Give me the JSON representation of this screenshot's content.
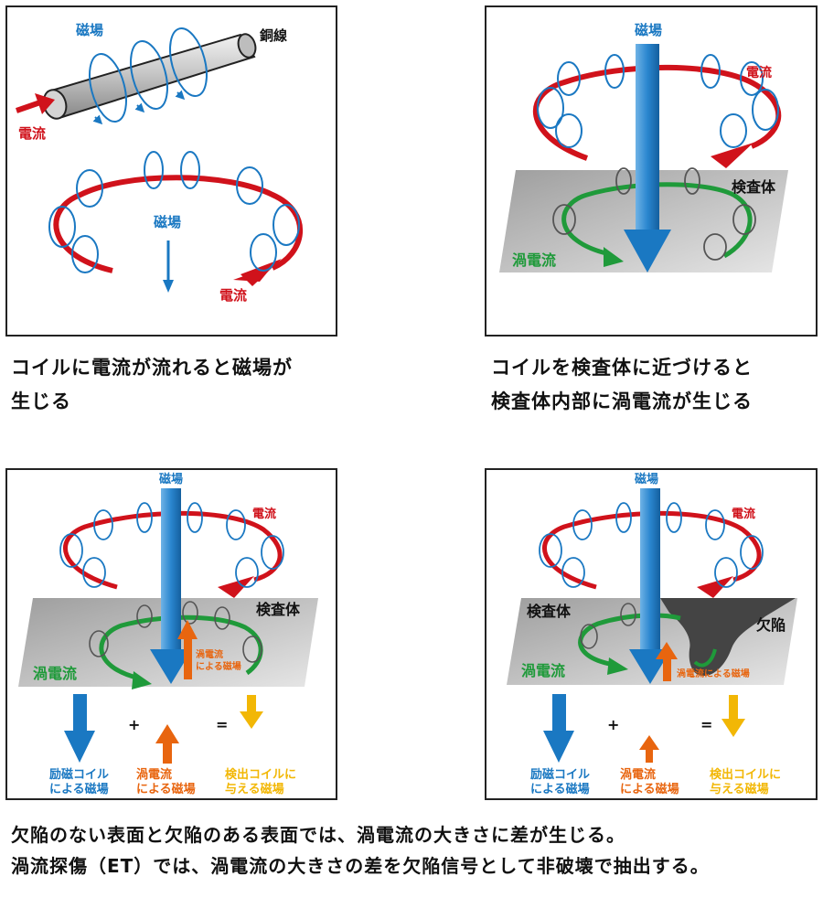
{
  "colors": {
    "magnetic": "#1a78c2",
    "current": "#d0121b",
    "eddy": "#1f9a3a",
    "eddy_field": "#e8650f",
    "detected": "#f2b705",
    "specimen": "#b5b5b5",
    "defect": "#444444"
  },
  "panel1": {
    "magnetic_field_top": "磁場",
    "copper_wire": "銅線",
    "current_left": "電流",
    "magnetic_field_center": "磁場",
    "current_bottom": "電流"
  },
  "panel2": {
    "magnetic_field": "磁場",
    "current": "電流",
    "specimen": "検査体",
    "eddy_current": "渦電流"
  },
  "panel3": {
    "magnetic_field": "磁場",
    "current": "電流",
    "specimen": "検査体",
    "eddy_current": "渦電流",
    "eddy_field_line1": "渦電流",
    "eddy_field_line2": "による磁場",
    "plus": "+",
    "equals": "=",
    "excite_line1": "励磁コイル",
    "excite_line2": "による磁場",
    "eddy_line1": "渦電流",
    "eddy_line2": "による磁場",
    "detect_line1": "検出コイルに",
    "detect_line2": "与える磁場"
  },
  "panel4": {
    "magnetic_field": "磁場",
    "current": "電流",
    "specimen": "検査体",
    "defect": "欠陥",
    "eddy_current": "渦電流",
    "eddy_field": "渦電流による磁場",
    "plus": "+",
    "equals": "=",
    "excite_line1": "励磁コイル",
    "excite_line2": "による磁場",
    "eddy_line1": "渦電流",
    "eddy_line2": "による磁場",
    "detect_line1": "検出コイルに",
    "detect_line2": "与える磁場"
  },
  "captions": {
    "caption1_line1": "コイルに電流が流れると磁場が",
    "caption1_line2": "生じる",
    "caption2_line1": "コイルを検査体に近づけると",
    "caption2_line2": "検査体内部に渦電流が生じる",
    "bottom_line1": "欠陥のない表面と欠陥のある表面では、渦電流の大きさに差が生じる。",
    "bottom_line2": "渦流探傷（ET）では、渦電流の大きさの差を欠陥信号として非破壊で抽出する。"
  }
}
